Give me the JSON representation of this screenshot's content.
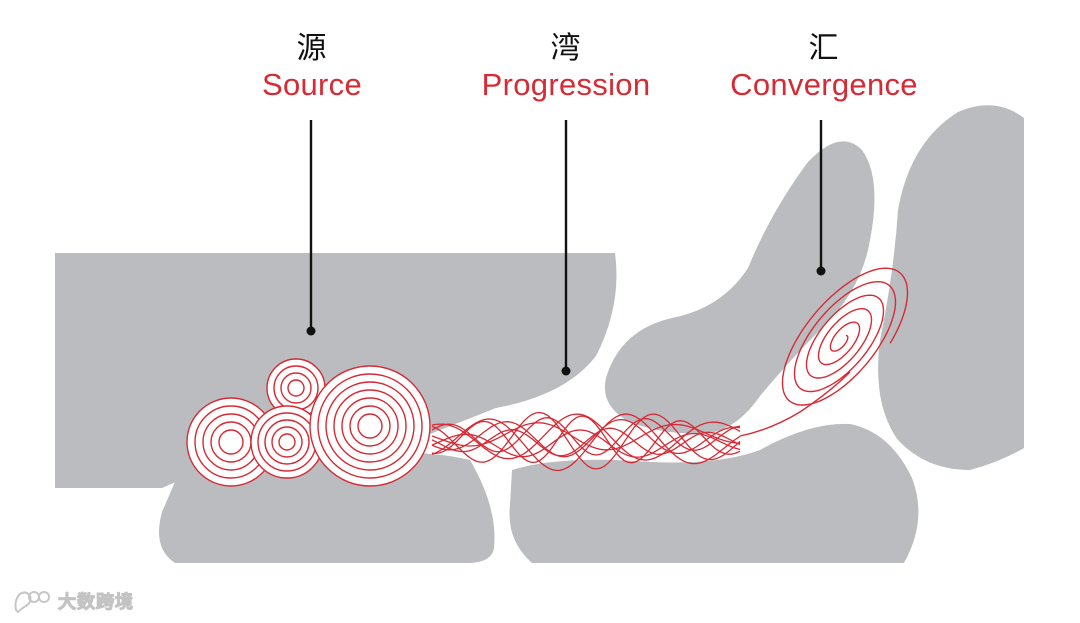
{
  "labels": {
    "source": {
      "cn": "源",
      "en": "Source"
    },
    "progression": {
      "cn": "湾",
      "en": "Progression"
    },
    "convergence": {
      "cn": "汇",
      "en": "Convergence"
    }
  },
  "watermark": {
    "text": "大数跨境",
    "icon": "bubble-logo-icon"
  },
  "colors": {
    "accent_red": "#d62a35",
    "land_gray": "#bbbcbf",
    "pointer_black": "#111111",
    "background": "#ffffff"
  }
}
